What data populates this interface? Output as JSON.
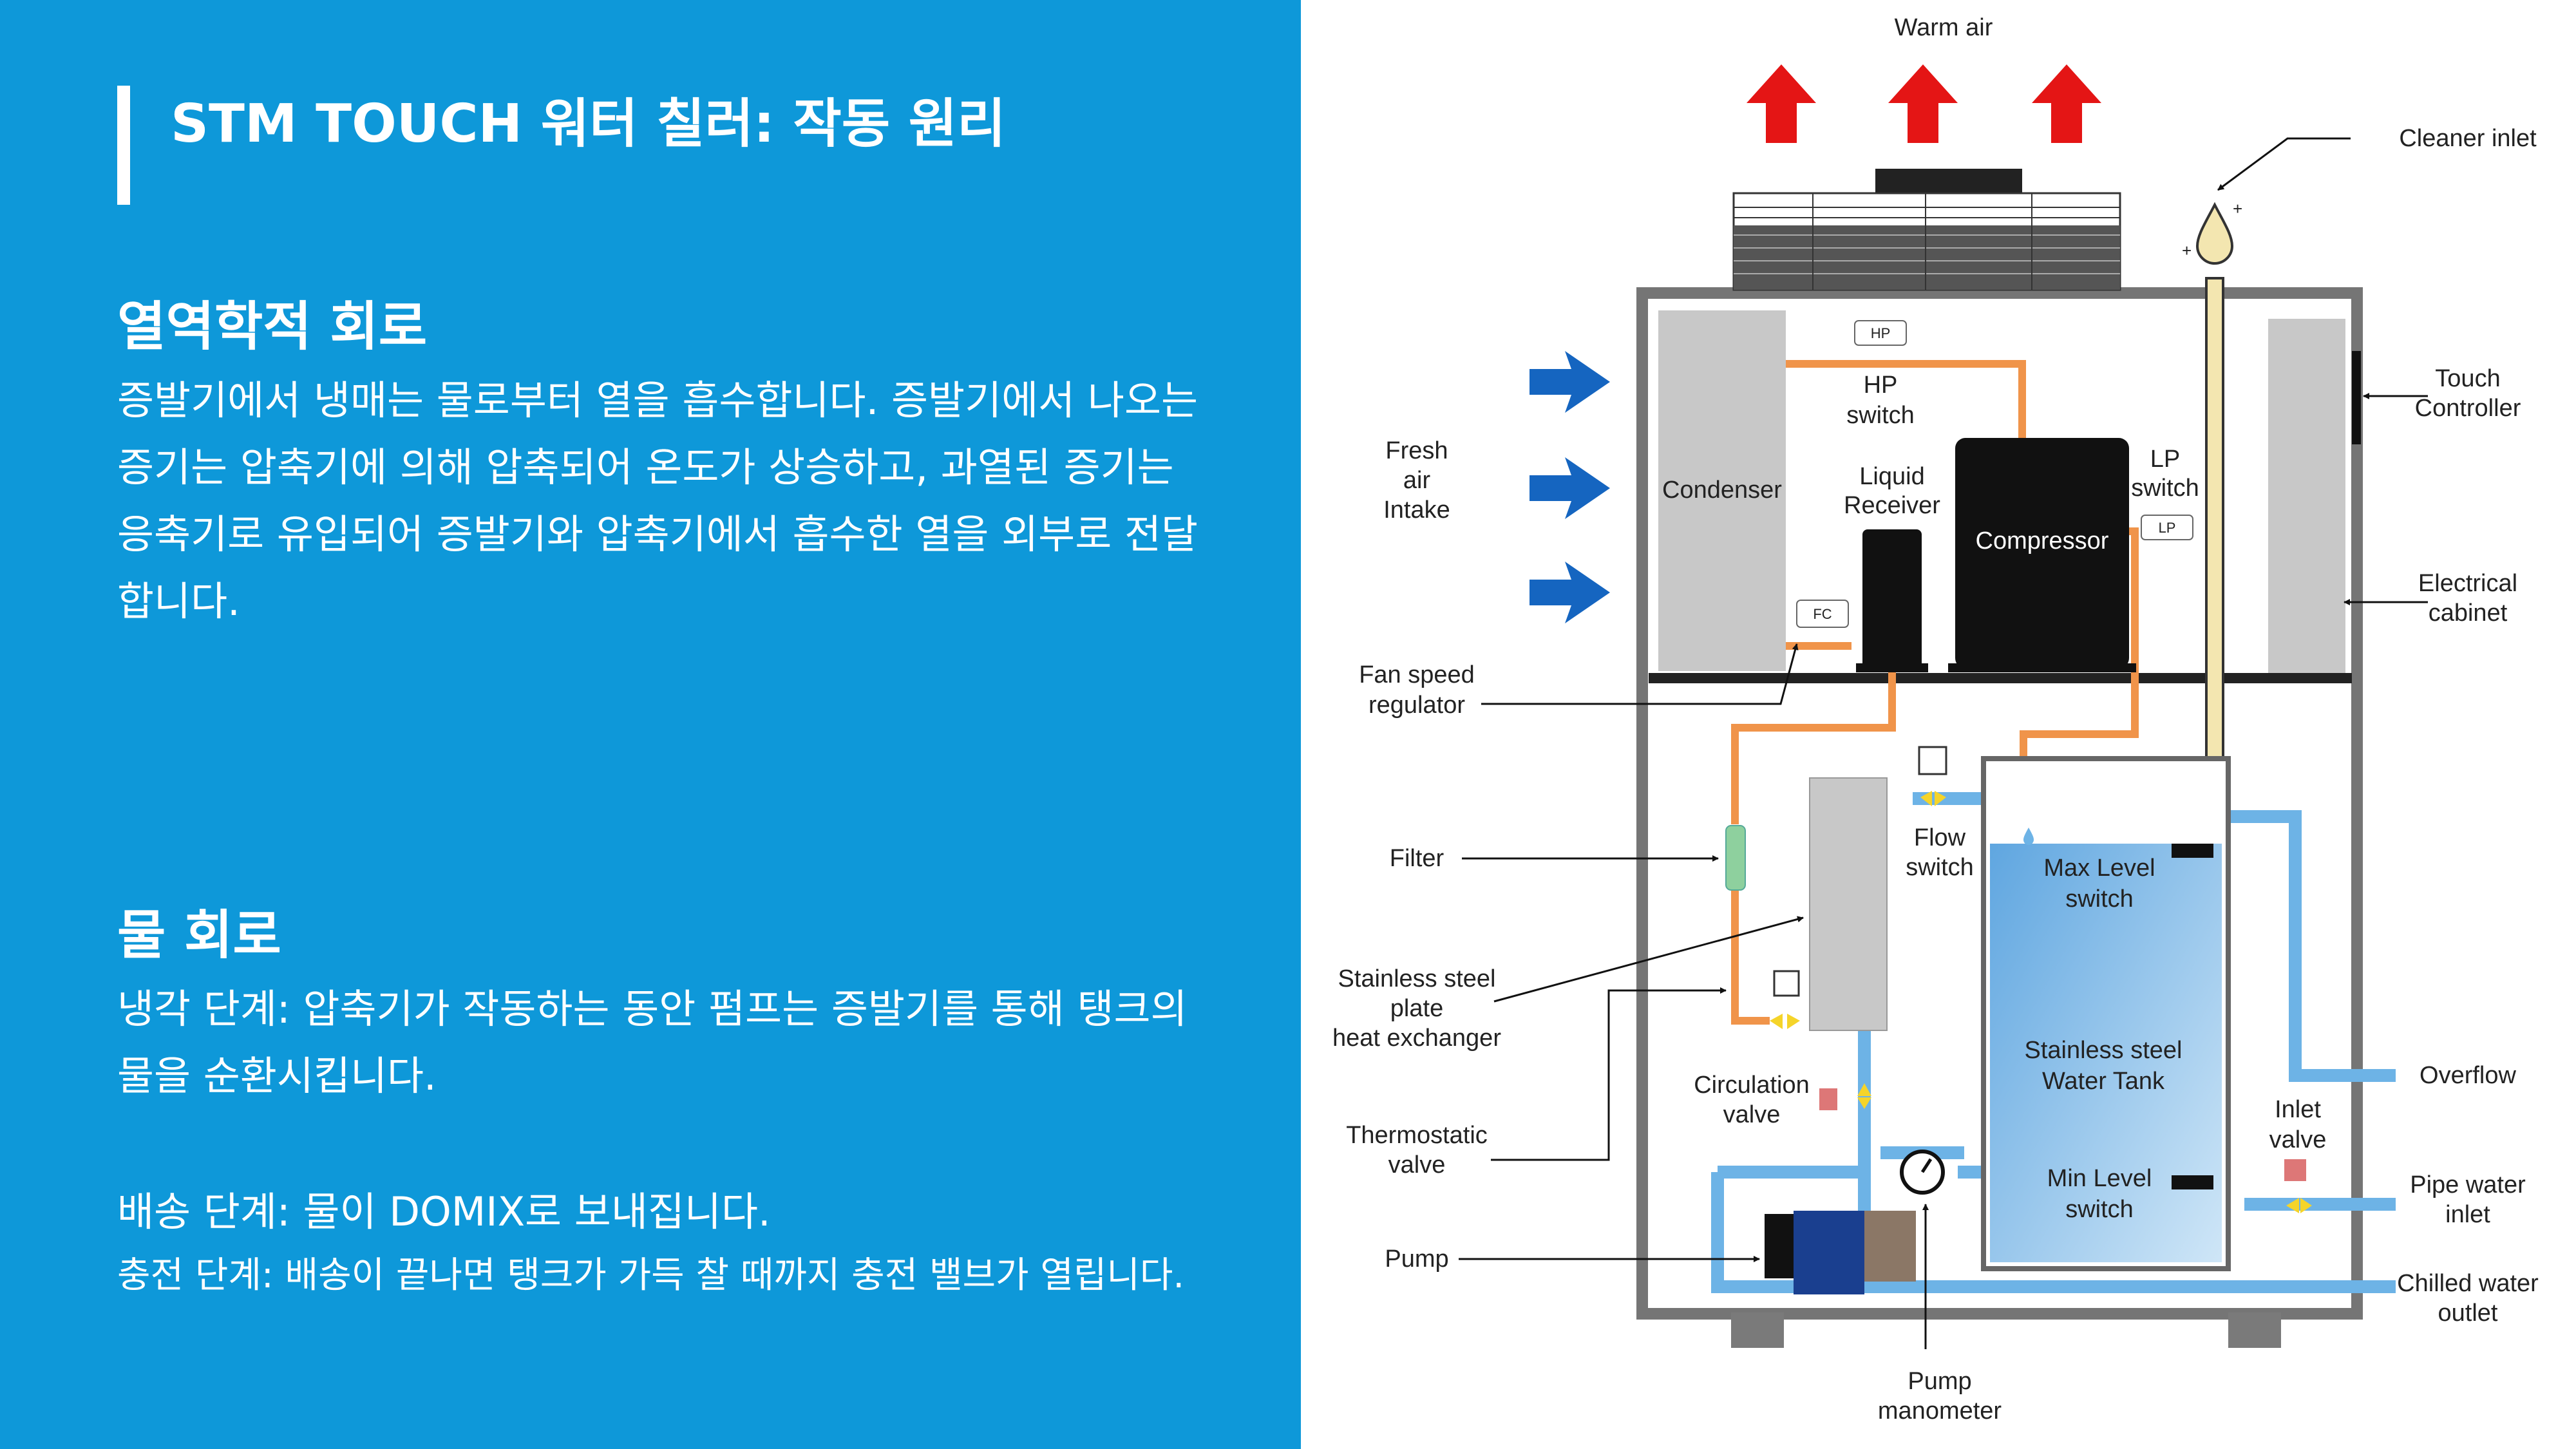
{
  "title": "STM TOUCH 워터 칠러: 작동 원리",
  "thermo": {
    "heading": "열역학적 회로",
    "body": "증발기에서 냉매는 물로부터 열을 흡수합니다. 증발기에서 나오는 증기는 압축기에 의해 압축되어 온도가 상승하고, 과열된 증기는 응축기로 유입되어 증발기와 압축기에서 흡수한 열을 외부로 전달합니다."
  },
  "water": {
    "heading": "물 회로",
    "cooling": "냉각 단계: 압축기가 작동하는 동안 펌프는 증발기를 통해 탱크의 물을 순환시킵니다.",
    "delivery": "배송 단계: 물이 DOMIX로 보내집니다.",
    "filling": "충전 단계: 배송이 끝나면 탱크가 가득 찰 때까지 충전 밸브가 열립니다."
  },
  "diagram": {
    "warm_air": "Warm air",
    "cleaner_inlet": "Cleaner inlet",
    "touch_controller": [
      "Touch",
      "Controller"
    ],
    "electrical_cabinet": [
      "Electrical",
      "cabinet"
    ],
    "fresh_air_intake": [
      "Fresh",
      "air",
      "Intake"
    ],
    "condenser": "Condenser",
    "hp_tag": "HP",
    "hp_switch": [
      "HP",
      "switch"
    ],
    "liquid_receiver": [
      "Liquid",
      "Receiver"
    ],
    "compressor": "Compressor",
    "lp_switch": [
      "LP",
      "switch"
    ],
    "lp_tag": "LP",
    "fc_tag": "FC",
    "fan_speed_regulator": [
      "Fan speed",
      "regulator"
    ],
    "filter": "Filter",
    "flow_switch": [
      "Flow",
      "switch"
    ],
    "max_level_switch": [
      "Max Level",
      "switch"
    ],
    "water_tank": [
      "Stainless steel",
      "Water Tank"
    ],
    "heat_exchanger": [
      "Stainless steel",
      "plate",
      "heat exchanger"
    ],
    "circulation_valve": [
      "Circulation",
      "valve"
    ],
    "thermostatic_valve": [
      "Thermostatic",
      "valve"
    ],
    "overflow": "Overflow",
    "inlet_valve": [
      "Inlet",
      "valve"
    ],
    "min_level_switch": [
      "Min Level",
      "switch"
    ],
    "pipe_water_inlet": [
      "Pipe water",
      "inlet"
    ],
    "pump": "Pump",
    "chilled_water_outlet": [
      "Chilled water",
      "outlet"
    ],
    "pump_manometer": [
      "Pump",
      "manometer"
    ]
  },
  "colors": {
    "panel_blue": "#0e98d9",
    "refrigerant_pipe": "#f0944a",
    "water_pipe": "#6db3e6",
    "arrow_red": "#e41515",
    "arrow_blue": "#1565c0",
    "tank_blue": "#8cc0e8"
  }
}
